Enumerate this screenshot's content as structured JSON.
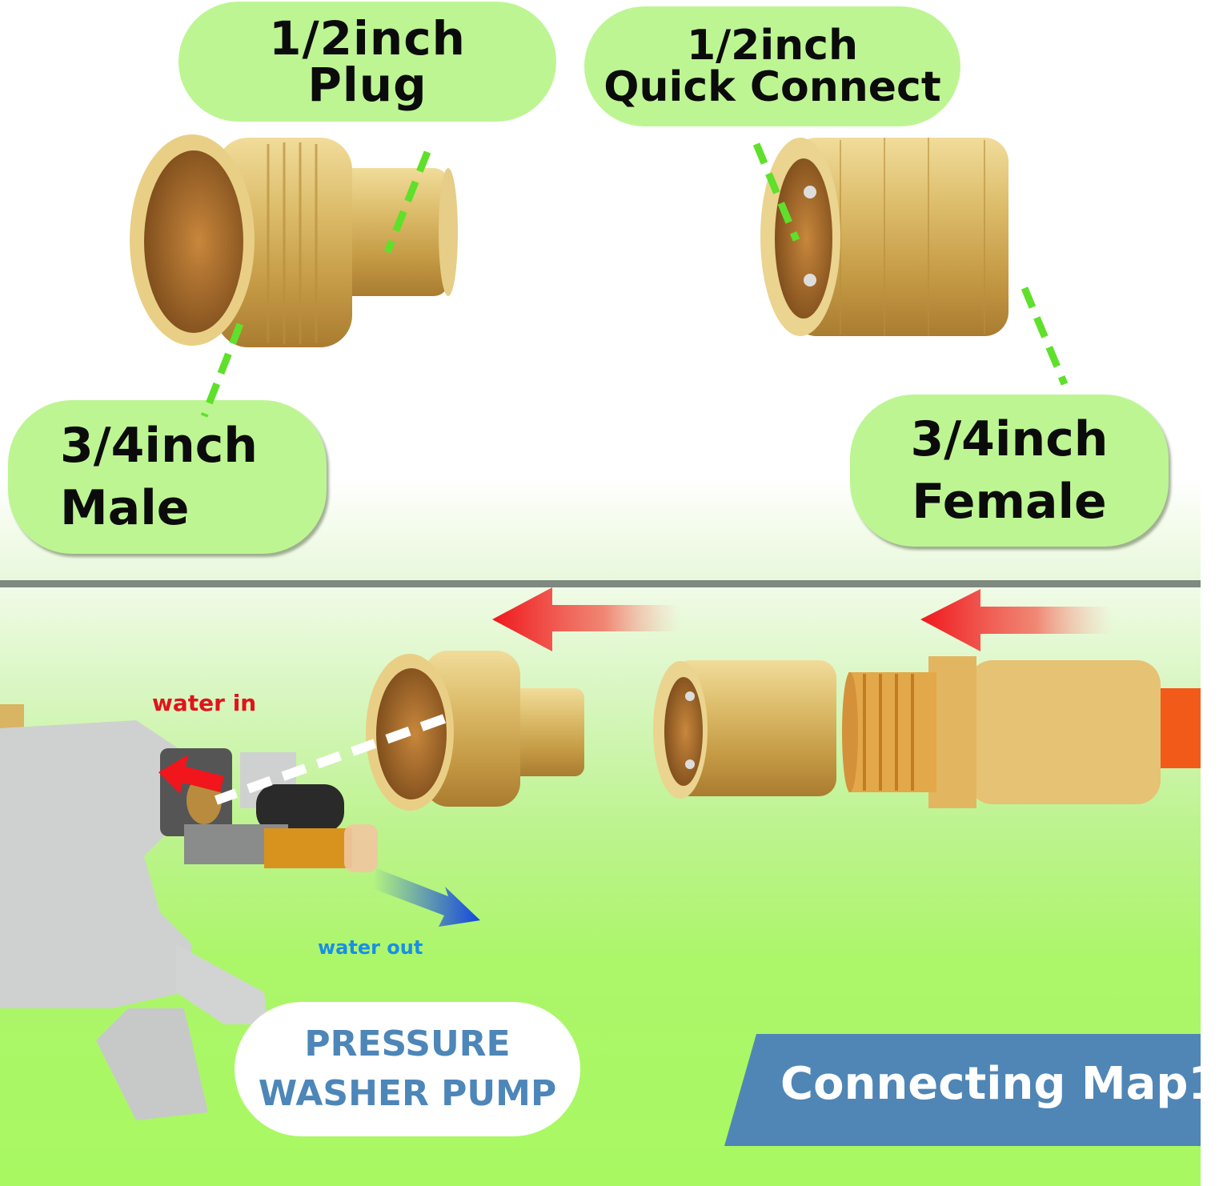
{
  "labels": {
    "plug": {
      "line1": "1/2inch",
      "line2": "Plug"
    },
    "quick_connect": {
      "line1": "1/2inch",
      "line2": "Quick Connect"
    },
    "male": {
      "line1": "3/4inch",
      "line2": "Male"
    },
    "female": {
      "line1": "3/4inch",
      "line2": "Female"
    }
  },
  "diagram": {
    "water_in": "water in",
    "water_out": "water out",
    "pump_label": {
      "line1": "PRESSURE",
      "line2": "WASHER PUMP"
    },
    "banner": "Connecting Map1"
  },
  "colors": {
    "pill_green": "#bdf593",
    "leader_green": "#5fe02a",
    "brass": "#d8b560",
    "arrow_red": "#f0161c",
    "arrow_blue": "#1446e0",
    "banner_blue": "#4f86b6",
    "hose_orange": "#f25a1a"
  }
}
